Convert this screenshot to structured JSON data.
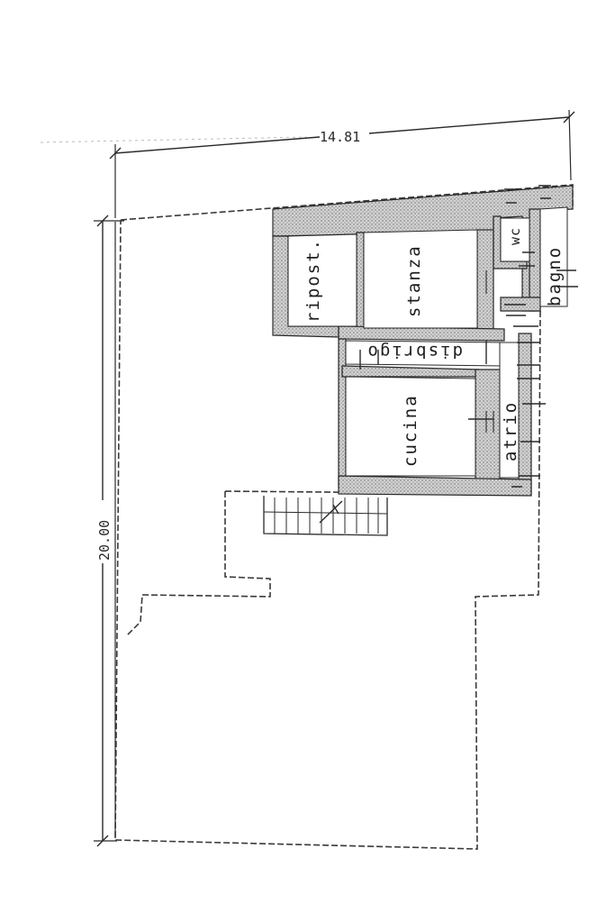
{
  "dimensions": {
    "width_label": "14.81",
    "depth_label": "20.00"
  },
  "rooms": {
    "ripostiglio": "ripost.",
    "stanza": "stanza",
    "disbrigo": "disbrigo",
    "cucina": "cucina",
    "atrio": "atrio",
    "bagno": "bagno",
    "wc": "wc"
  },
  "colors": {
    "ink": "#2a2a2a",
    "wall_hatch": "#8a8a8a",
    "paper": "#ffffff"
  }
}
